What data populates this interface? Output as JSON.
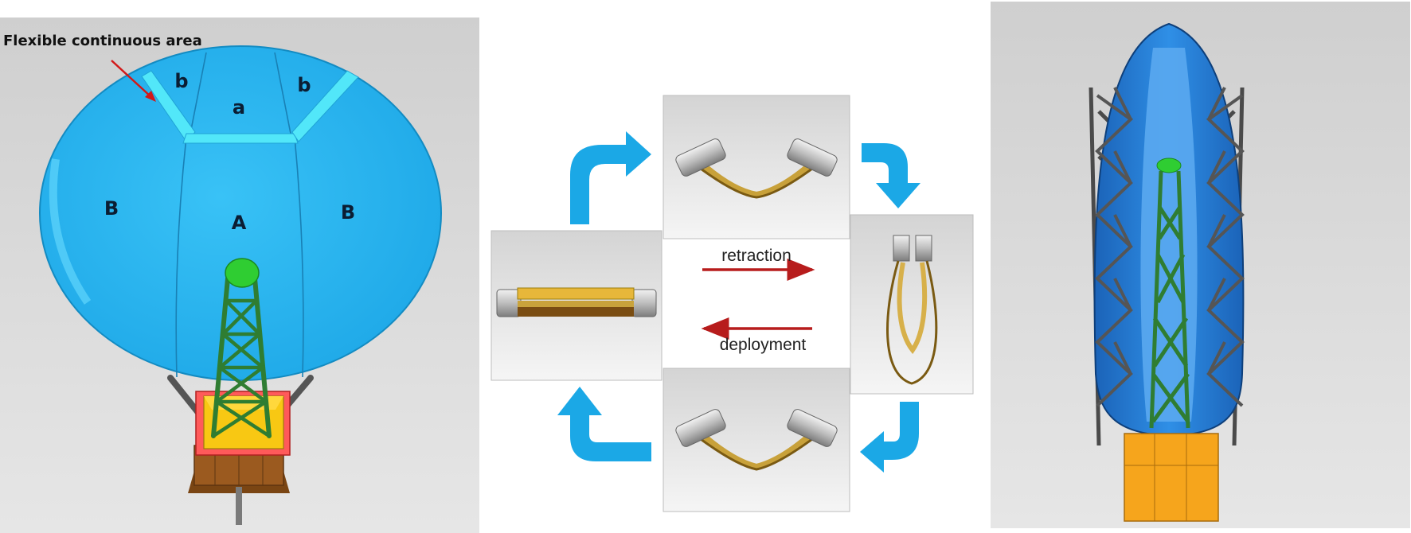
{
  "left_panel": {
    "annotation": "Flexible continuous area",
    "regions": {
      "small_center": "a",
      "small_left": "b",
      "small_right": "b",
      "big_center": "A",
      "big_left": "B",
      "big_right": "B"
    }
  },
  "middle_panel": {
    "retraction_label": "retraction",
    "deployment_label": "deployment"
  },
  "colors": {
    "dish": "#29b8f2",
    "flex_strip": "#52e7f9",
    "truss_green": "#2f7d32",
    "hub_green": "#2fcd32",
    "cycle_arrow": "#1ba8e6",
    "red_arrow": "#b71c1c",
    "deployed_blue": "#2a86e0",
    "base_orange": "#f6a51c"
  }
}
